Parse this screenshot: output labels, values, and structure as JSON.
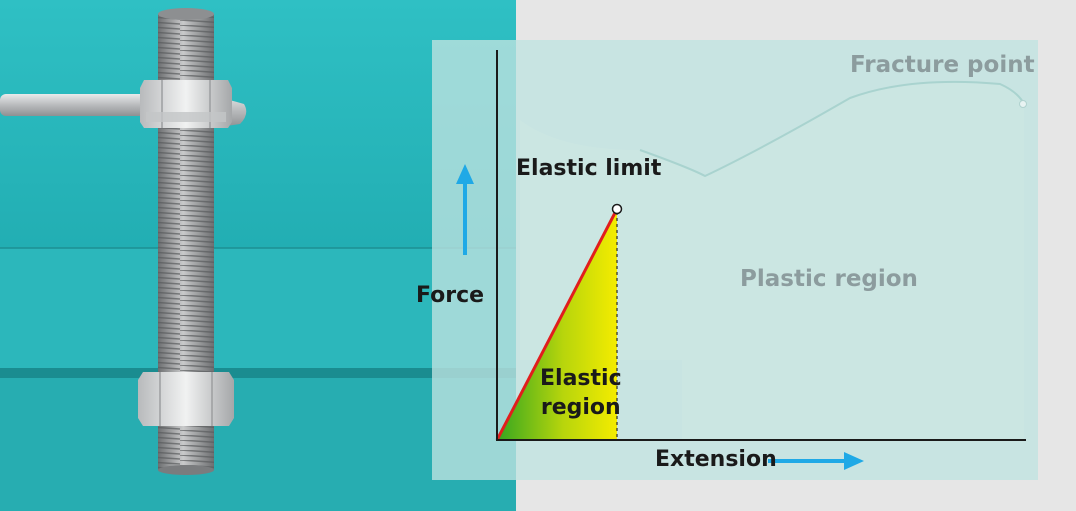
{
  "diagram": {
    "labels": {
      "fracture_point": "Fracture point",
      "elastic_limit": "Elastic limit",
      "plastic_region": "Plastic region",
      "force": "Force",
      "elastic_region_line1": "Elastic",
      "elastic_region_line2": "region",
      "extension": "Extension"
    },
    "colors": {
      "background_teal": "#2ab8bc",
      "panel_gray": "#e6e6e6",
      "graph_overlay": "#b9e1de",
      "axis": "#1a1a1a",
      "elastic_line": "#e11d1d",
      "elastic_fill_start": "#35a620",
      "elastic_fill_end": "#f4ec00",
      "arrow": "#1fa9e6",
      "bolt": "#9ea0a2"
    },
    "icons": [
      "bolt-icon",
      "wrench-icon",
      "hex-nut-icon",
      "up-arrow-icon",
      "right-arrow-icon"
    ]
  }
}
